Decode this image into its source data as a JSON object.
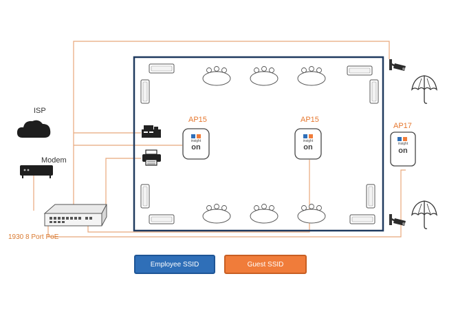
{
  "labels": {
    "isp": "ISP",
    "modem": "Modem",
    "switch": "1930 8 Port PoE"
  },
  "access_points": [
    {
      "name": "AP15",
      "brand": "insight",
      "logo": "on"
    },
    {
      "name": "AP15",
      "brand": "insight",
      "logo": "on"
    },
    {
      "name": "AP17",
      "brand": "insight",
      "logo": "on"
    }
  ],
  "legend": {
    "employee": "Employee SSID",
    "guest": "Guest SSID"
  },
  "colors": {
    "cable": "#e8a77a",
    "room_border": "#1f3a5f",
    "ap_label": "#e6772e",
    "employee": "#2f6fb8",
    "guest": "#f07c3a"
  },
  "icons": [
    "cloud-icon",
    "modem-icon",
    "switch-icon",
    "pos-register-icon",
    "printer-icon",
    "security-camera-icon",
    "umbrella-icon",
    "desk-icon",
    "conference-table-icon",
    "access-point-icon"
  ]
}
